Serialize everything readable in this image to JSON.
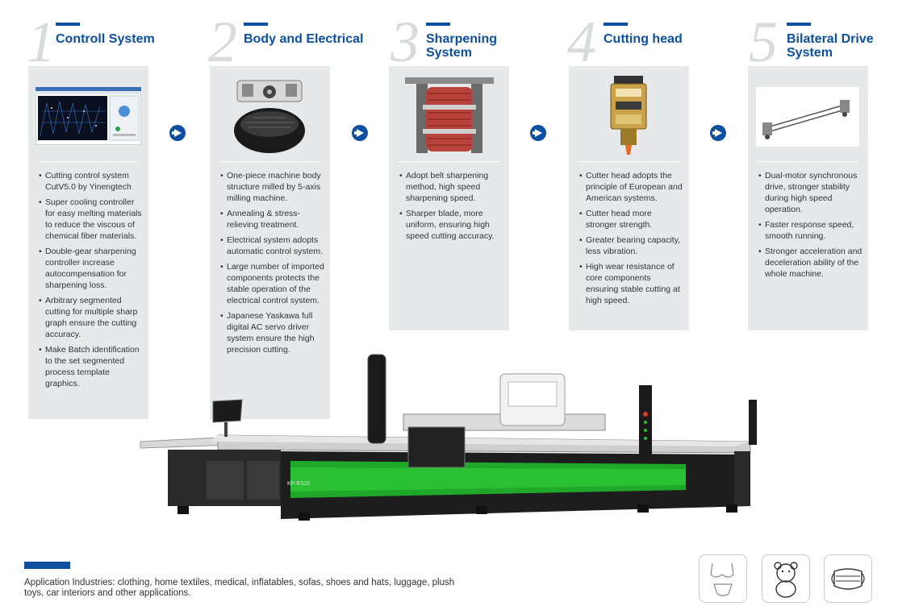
{
  "steps": [
    {
      "num": "1",
      "title": "Controll System",
      "features": [
        "Cutting control system CutV5.0 by Yinengtech",
        "Super cooling controller for easy melting materials to reduce the viscous of chemical fiber materials.",
        "Double-gear sharpening controller increase autocompensation for sharpening loss.",
        "Arbitrary segmented cutting for multiple sharp graph ensure the cutting accuracy.",
        "Make Batch identification to the set segmented process template graphics."
      ]
    },
    {
      "num": "2",
      "title": "Body and Electrical",
      "features": [
        "One-piece machine body structure milled by 5-axis milling machine.",
        "Annealing & stress-relieving treatment.",
        "Electrical system adopts automatic control system.",
        "Large number of imported components protects the stable operation of the electrical control system.",
        "Japanese Yaskawa full digital AC servo driver system ensure the high precision cutting."
      ]
    },
    {
      "num": "3",
      "title": "Sharpening System",
      "features": [
        "Adopt belt sharpening method, high speed sharpening speed.",
        "Sharper blade, more uniform, ensuring high speed cutting accuracy."
      ]
    },
    {
      "num": "4",
      "title": "Cutting head",
      "features": [
        "Cutter head adopts the principle of European and American systems.",
        "Cutter head more stronger strength.",
        "Greater bearing capacity, less vibration.",
        "High wear resistance of core components ensuring stable cutting at high speed."
      ]
    },
    {
      "num": "5",
      "title": "Bilateral Drive System",
      "features": [
        "Dual-motor synchronous drive, stronger stability during high speed operation.",
        "Faster response speed, smooth running.",
        "Stronger acceleration and deceleration ability of the whole machine."
      ]
    }
  ],
  "machine": {
    "model_label": "KP-E520"
  },
  "footer": {
    "text": "Application Industries: clothing, home textiles, medical, inflatables, sofas, shoes and hats, luggage, plush toys, car interiors and other applications."
  },
  "icons": [
    "lingerie-icon",
    "plush-toy-icon",
    "face-mask-icon"
  ],
  "colors": {
    "accent": "#0d4fa1",
    "panel": "#e7e8ea",
    "machine_green": "#1fa82a"
  }
}
